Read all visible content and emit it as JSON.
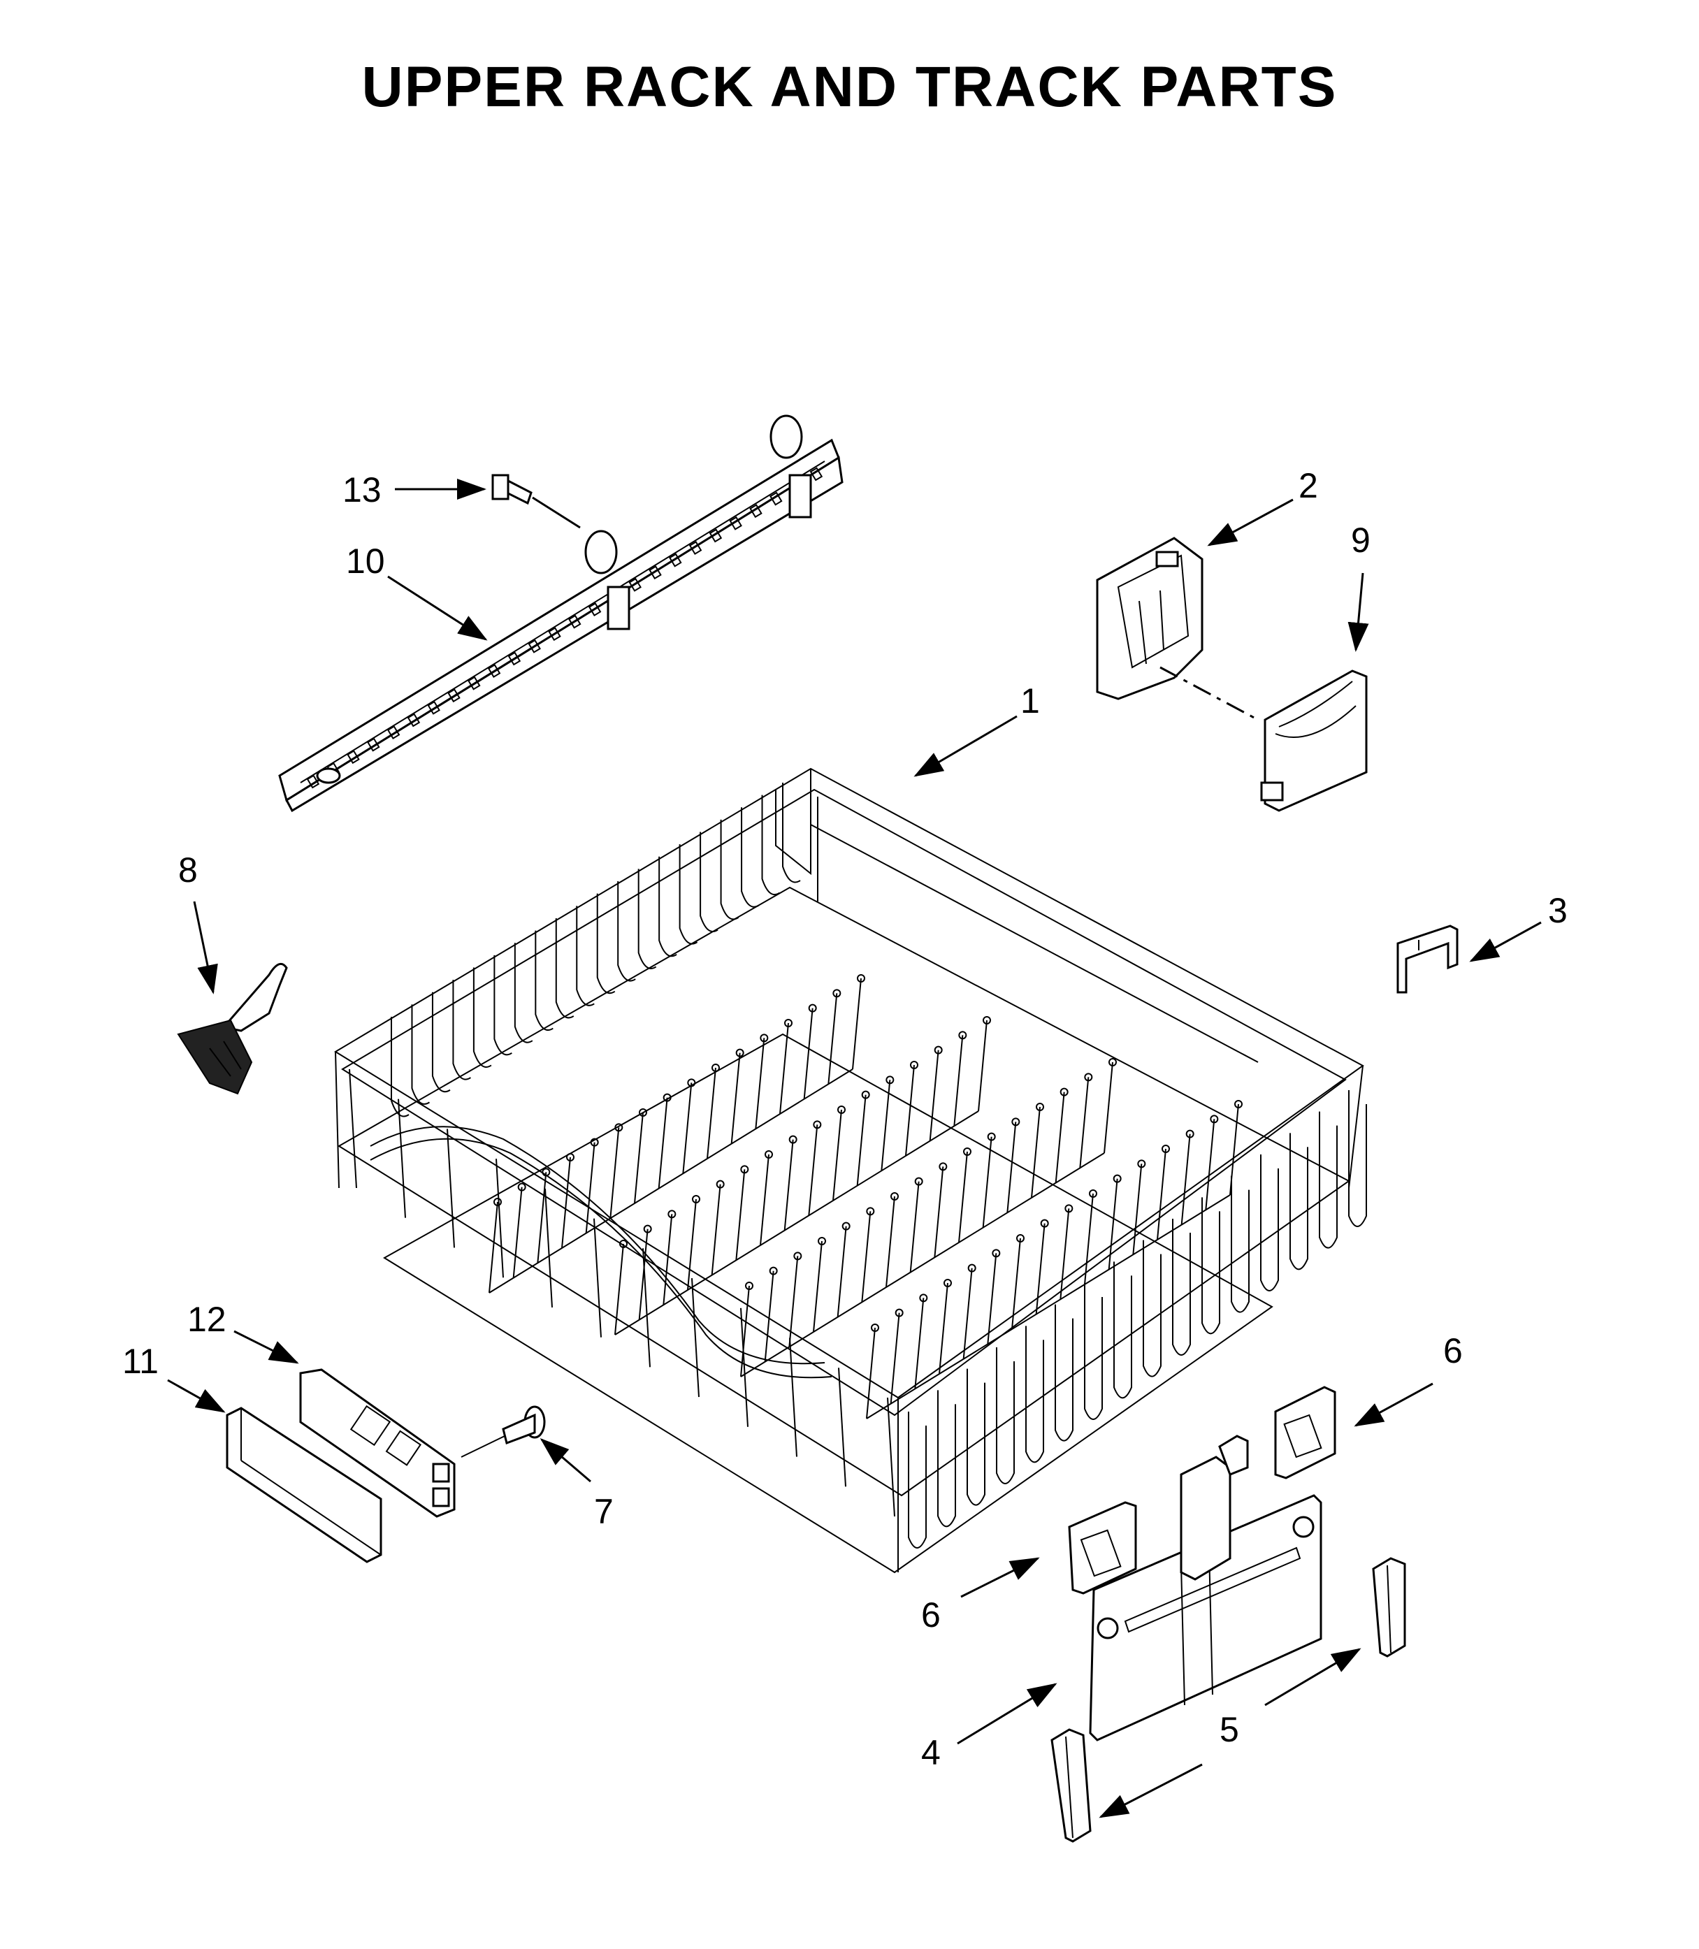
{
  "title": "UPPER RACK AND TRACK PARTS",
  "callouts": {
    "c1": "1",
    "c2": "2",
    "c3": "3",
    "c4": "4",
    "c5": "5",
    "c6a": "6",
    "c6b": "6",
    "c7": "7",
    "c8": "8",
    "c9": "9",
    "c10": "10",
    "c11": "11",
    "c12": "12",
    "c13": "13"
  }
}
